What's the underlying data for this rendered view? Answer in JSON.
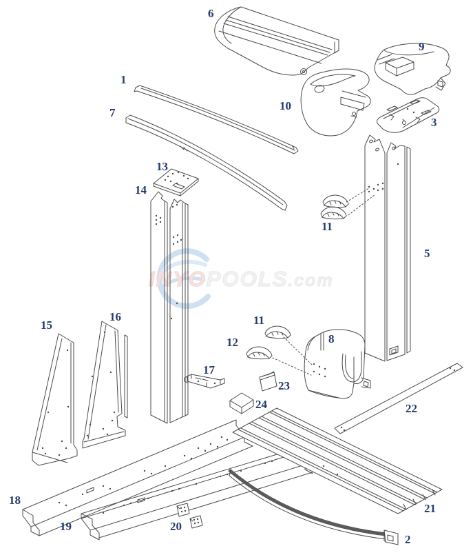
{
  "diagram": {
    "background": "#ffffff",
    "line_color": "#4a4a4a",
    "label_color": "#223a6f"
  },
  "watermark": {
    "segment_inyo": "INYO",
    "segment_pools": "POOLS",
    "segment_domain": ".com",
    "inyo_color": "#f6e1df",
    "pools_color": "#f2f2f2",
    "domain_color": "#f0f0f0",
    "logo_color": "#cfe1f1"
  },
  "callouts": [
    {
      "text": "6"
    },
    {
      "text": "1"
    },
    {
      "text": "7"
    },
    {
      "text": "9"
    },
    {
      "text": "10"
    },
    {
      "text": "3"
    },
    {
      "text": "13"
    },
    {
      "text": "14"
    },
    {
      "text": "11"
    },
    {
      "text": "5"
    },
    {
      "text": "15"
    },
    {
      "text": "16"
    },
    {
      "text": "11"
    },
    {
      "text": "12"
    },
    {
      "text": "8"
    },
    {
      "text": "17"
    },
    {
      "text": "23"
    },
    {
      "text": "24"
    },
    {
      "text": "22"
    },
    {
      "text": "18"
    },
    {
      "text": "19"
    },
    {
      "text": "20"
    },
    {
      "text": "21"
    },
    {
      "text": "2"
    }
  ]
}
